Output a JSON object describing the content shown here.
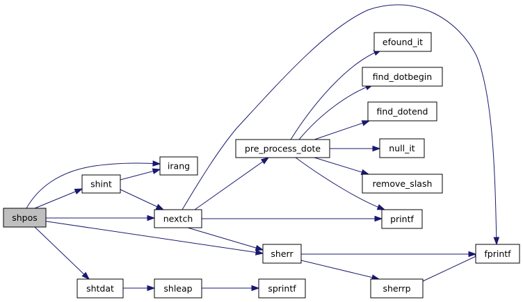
{
  "graph": {
    "colors": {
      "edge": "#191970",
      "node_fill": "#ffffff",
      "root_fill": "#bfbfbf",
      "border": "#000000"
    },
    "nodes": [
      {
        "id": "shpos",
        "label": "shpos",
        "root": true
      },
      {
        "id": "irang",
        "label": "irang"
      },
      {
        "id": "shint",
        "label": "shint"
      },
      {
        "id": "nextch",
        "label": "nextch"
      },
      {
        "id": "sherr",
        "label": "sherr"
      },
      {
        "id": "shtdat",
        "label": "shtdat"
      },
      {
        "id": "shleap",
        "label": "shleap"
      },
      {
        "id": "sprintf",
        "label": "sprintf"
      },
      {
        "id": "pre_process_dote",
        "label": "pre_process_dote"
      },
      {
        "id": "efound_it",
        "label": "efound_it"
      },
      {
        "id": "find_dotbegin",
        "label": "find_dotbegin"
      },
      {
        "id": "find_dotend",
        "label": "find_dotend"
      },
      {
        "id": "null_it",
        "label": "null_it"
      },
      {
        "id": "remove_slash",
        "label": "remove_slash"
      },
      {
        "id": "printf",
        "label": "printf"
      },
      {
        "id": "fprintf",
        "label": "fprintf"
      },
      {
        "id": "sherrp",
        "label": "sherrp"
      }
    ],
    "edges": [
      {
        "from": "shpos",
        "to": "irang"
      },
      {
        "from": "shpos",
        "to": "shint"
      },
      {
        "from": "shpos",
        "to": "nextch"
      },
      {
        "from": "shpos",
        "to": "sherr"
      },
      {
        "from": "shpos",
        "to": "shtdat"
      },
      {
        "from": "shint",
        "to": "irang"
      },
      {
        "from": "shint",
        "to": "nextch"
      },
      {
        "from": "nextch",
        "to": "pre_process_dote"
      },
      {
        "from": "nextch",
        "to": "printf"
      },
      {
        "from": "nextch",
        "to": "sherr"
      },
      {
        "from": "nextch",
        "to": "fprintf"
      },
      {
        "from": "pre_process_dote",
        "to": "efound_it"
      },
      {
        "from": "pre_process_dote",
        "to": "find_dotbegin"
      },
      {
        "from": "pre_process_dote",
        "to": "find_dotend"
      },
      {
        "from": "pre_process_dote",
        "to": "null_it"
      },
      {
        "from": "pre_process_dote",
        "to": "remove_slash"
      },
      {
        "from": "pre_process_dote",
        "to": "printf"
      },
      {
        "from": "sherr",
        "to": "fprintf"
      },
      {
        "from": "sherr",
        "to": "sherrp"
      },
      {
        "from": "sherrp",
        "to": "fprintf"
      },
      {
        "from": "shtdat",
        "to": "shleap"
      },
      {
        "from": "shleap",
        "to": "sprintf"
      }
    ]
  }
}
